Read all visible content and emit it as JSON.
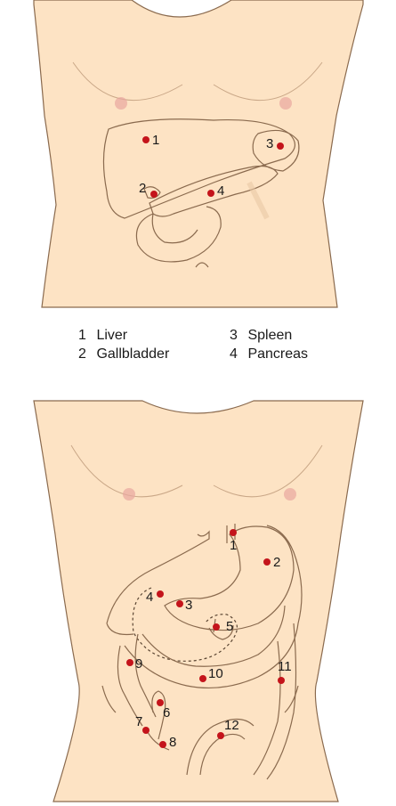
{
  "colors": {
    "skin": "#fde3c4",
    "outline": "#8a6a4e",
    "marker": "#c4141b",
    "nipple": "#e8a7a0"
  },
  "top_figure": {
    "markers": [
      {
        "num": "1",
        "label": "Liver"
      },
      {
        "num": "2",
        "label": "Gallbladder"
      },
      {
        "num": "3",
        "label": "Spleen"
      },
      {
        "num": "4",
        "label": "Pancreas"
      }
    ]
  },
  "legend": {
    "left": [
      {
        "num": "1",
        "label": "Liver"
      },
      {
        "num": "2",
        "label": "Gallbladder"
      }
    ],
    "right": [
      {
        "num": "3",
        "label": "Spleen"
      },
      {
        "num": "4",
        "label": "Pancreas"
      }
    ]
  },
  "bottom_figure": {
    "markers": [
      "1",
      "2",
      "3",
      "4",
      "5",
      "6",
      "7",
      "8",
      "9",
      "10",
      "11",
      "12"
    ]
  }
}
